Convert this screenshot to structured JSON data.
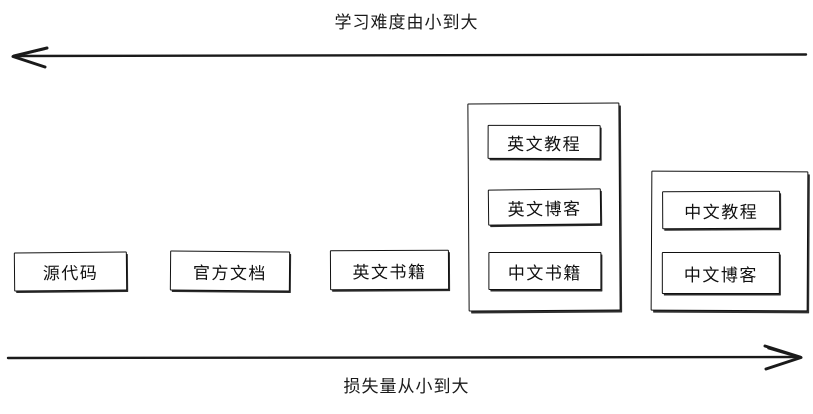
{
  "diagram": {
    "title_top": "学习难度由小到大",
    "title_bottom": "损失量从小到大",
    "top_axis": {
      "direction": "left",
      "arrow_icon": "arrow-left-icon"
    },
    "bottom_axis": {
      "direction": "right",
      "arrow_icon": "arrow-right-icon"
    },
    "stroke_color": "#111111",
    "background_color": "#ffffff",
    "nodes": [
      {
        "id": "source-code",
        "label": "源代码"
      },
      {
        "id": "official-docs",
        "label": "官方文档"
      },
      {
        "id": "english-books",
        "label": "英文书籍"
      }
    ],
    "groups": [
      {
        "id": "group-english-mixed",
        "items": [
          {
            "id": "english-tutorials",
            "label": "英文教程"
          },
          {
            "id": "english-blogs",
            "label": "英文博客"
          },
          {
            "id": "chinese-books",
            "label": "中文书籍"
          }
        ]
      },
      {
        "id": "group-chinese",
        "items": [
          {
            "id": "chinese-tutorials",
            "label": "中文教程"
          },
          {
            "id": "chinese-blogs",
            "label": "中文博客"
          }
        ]
      }
    ]
  }
}
